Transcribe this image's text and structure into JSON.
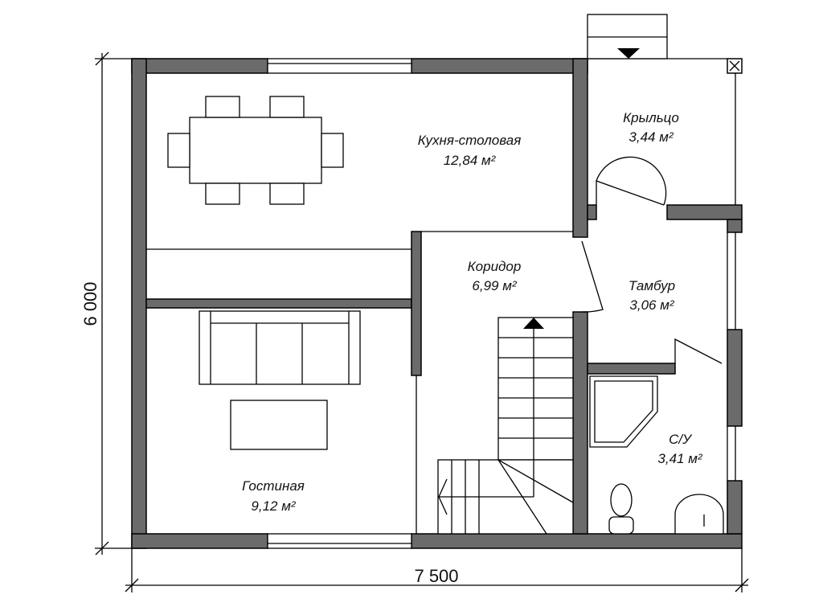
{
  "plan": {
    "rooms": [
      {
        "name": "Кухня-столовая",
        "area": "12,84 м²"
      },
      {
        "name": "Крыльцо",
        "area": "3,44 м²"
      },
      {
        "name": "Коридор",
        "area": "6,99 м²"
      },
      {
        "name": "Тамбур",
        "area": "3,06 м²"
      },
      {
        "name": "С/У",
        "area": "3,41 м²"
      },
      {
        "name": "Гостиная",
        "area": "9,12 м²"
      }
    ],
    "dimensions": {
      "height": "6 000",
      "width": "7 500"
    }
  }
}
